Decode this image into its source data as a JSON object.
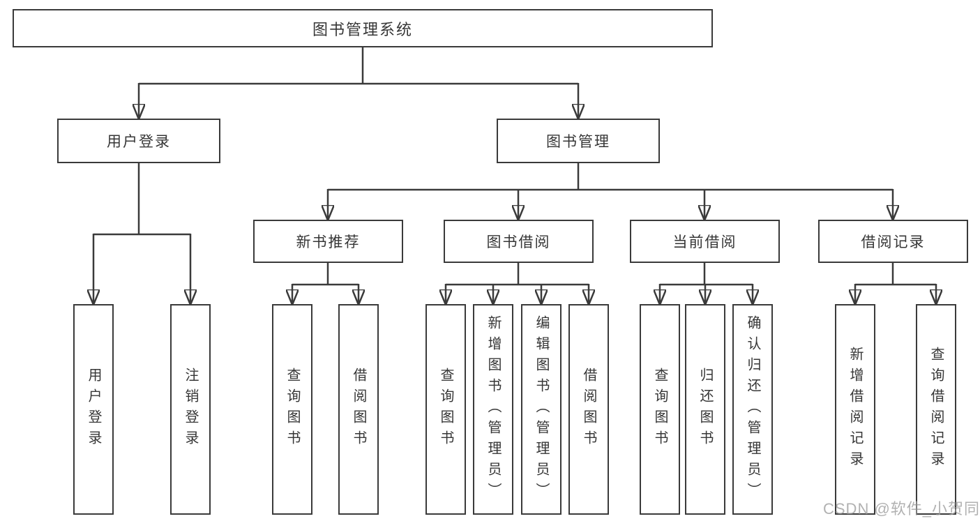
{
  "diagram_type": "hierarchy-tree",
  "title": "图书管理系统",
  "nodes": {
    "root": {
      "label": "图书管理系统"
    },
    "level2": [
      {
        "label": "用户登录"
      },
      {
        "label": "图书管理"
      }
    ],
    "level3": [
      {
        "label": "新书推荐"
      },
      {
        "label": "图书借阅"
      },
      {
        "label": "当前借阅"
      },
      {
        "label": "借阅记录"
      }
    ],
    "leaves": {
      "user_login": [
        {
          "label": "用户登录"
        },
        {
          "label": "注销登录"
        }
      ],
      "new_book": [
        {
          "label": "查询图书"
        },
        {
          "label": "借阅图书"
        }
      ],
      "book_borrow": [
        {
          "label": "查询图书"
        },
        {
          "label": "新增图书（管理员）"
        },
        {
          "label": "编辑图书（管理员）"
        },
        {
          "label": "借阅图书"
        }
      ],
      "current_borrow": [
        {
          "label": "查询图书"
        },
        {
          "label": "归还图书"
        },
        {
          "label": "确认归还（管理员）"
        }
      ],
      "borrow_record": [
        {
          "label": "新增借阅记录"
        },
        {
          "label": "查询借阅记录"
        }
      ]
    }
  },
  "edges": [
    "图书管理系统 -> 用户登录",
    "图书管理系统 -> 图书管理",
    "用户登录 -> 用户登录",
    "用户登录 -> 注销登录",
    "图书管理 -> 新书推荐",
    "图书管理 -> 图书借阅",
    "图书管理 -> 当前借阅",
    "图书管理 -> 借阅记录",
    "新书推荐 -> 查询图书",
    "新书推荐 -> 借阅图书",
    "图书借阅 -> 查询图书",
    "图书借阅 -> 新增图书（管理员）",
    "图书借阅 -> 编辑图书（管理员）",
    "图书借阅 -> 借阅图书",
    "当前借阅 -> 查询图书",
    "当前借阅 -> 归还图书",
    "当前借阅 -> 确认归还（管理员）",
    "借阅记录 -> 新增借阅记录",
    "借阅记录 -> 查询借阅记录"
  ],
  "watermark": "CSDN @软件_小贺同学",
  "colors": {
    "line": "#3a3a3a",
    "text": "#363636",
    "background": "#ffffff",
    "watermark": "#9e9e9e"
  }
}
